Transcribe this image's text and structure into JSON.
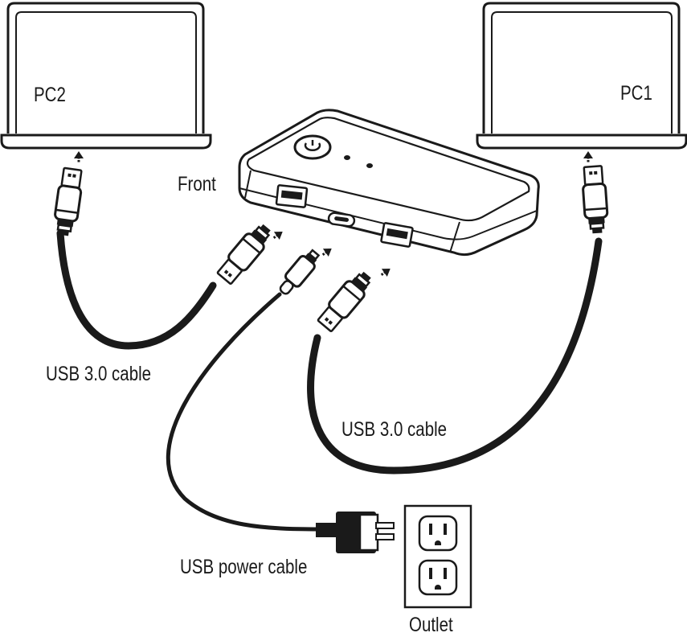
{
  "labels": {
    "pc2": "PC2",
    "pc1": "PC1",
    "front": "Front",
    "usb_cable_left": "USB 3.0 cable",
    "usb_cable_right": "USB 3.0 cable",
    "power_cable": "USB power cable",
    "outlet": "Outlet"
  },
  "colors": {
    "line": "#1a1a1a",
    "cable": "#1a1a1a",
    "background": "#ffffff"
  }
}
